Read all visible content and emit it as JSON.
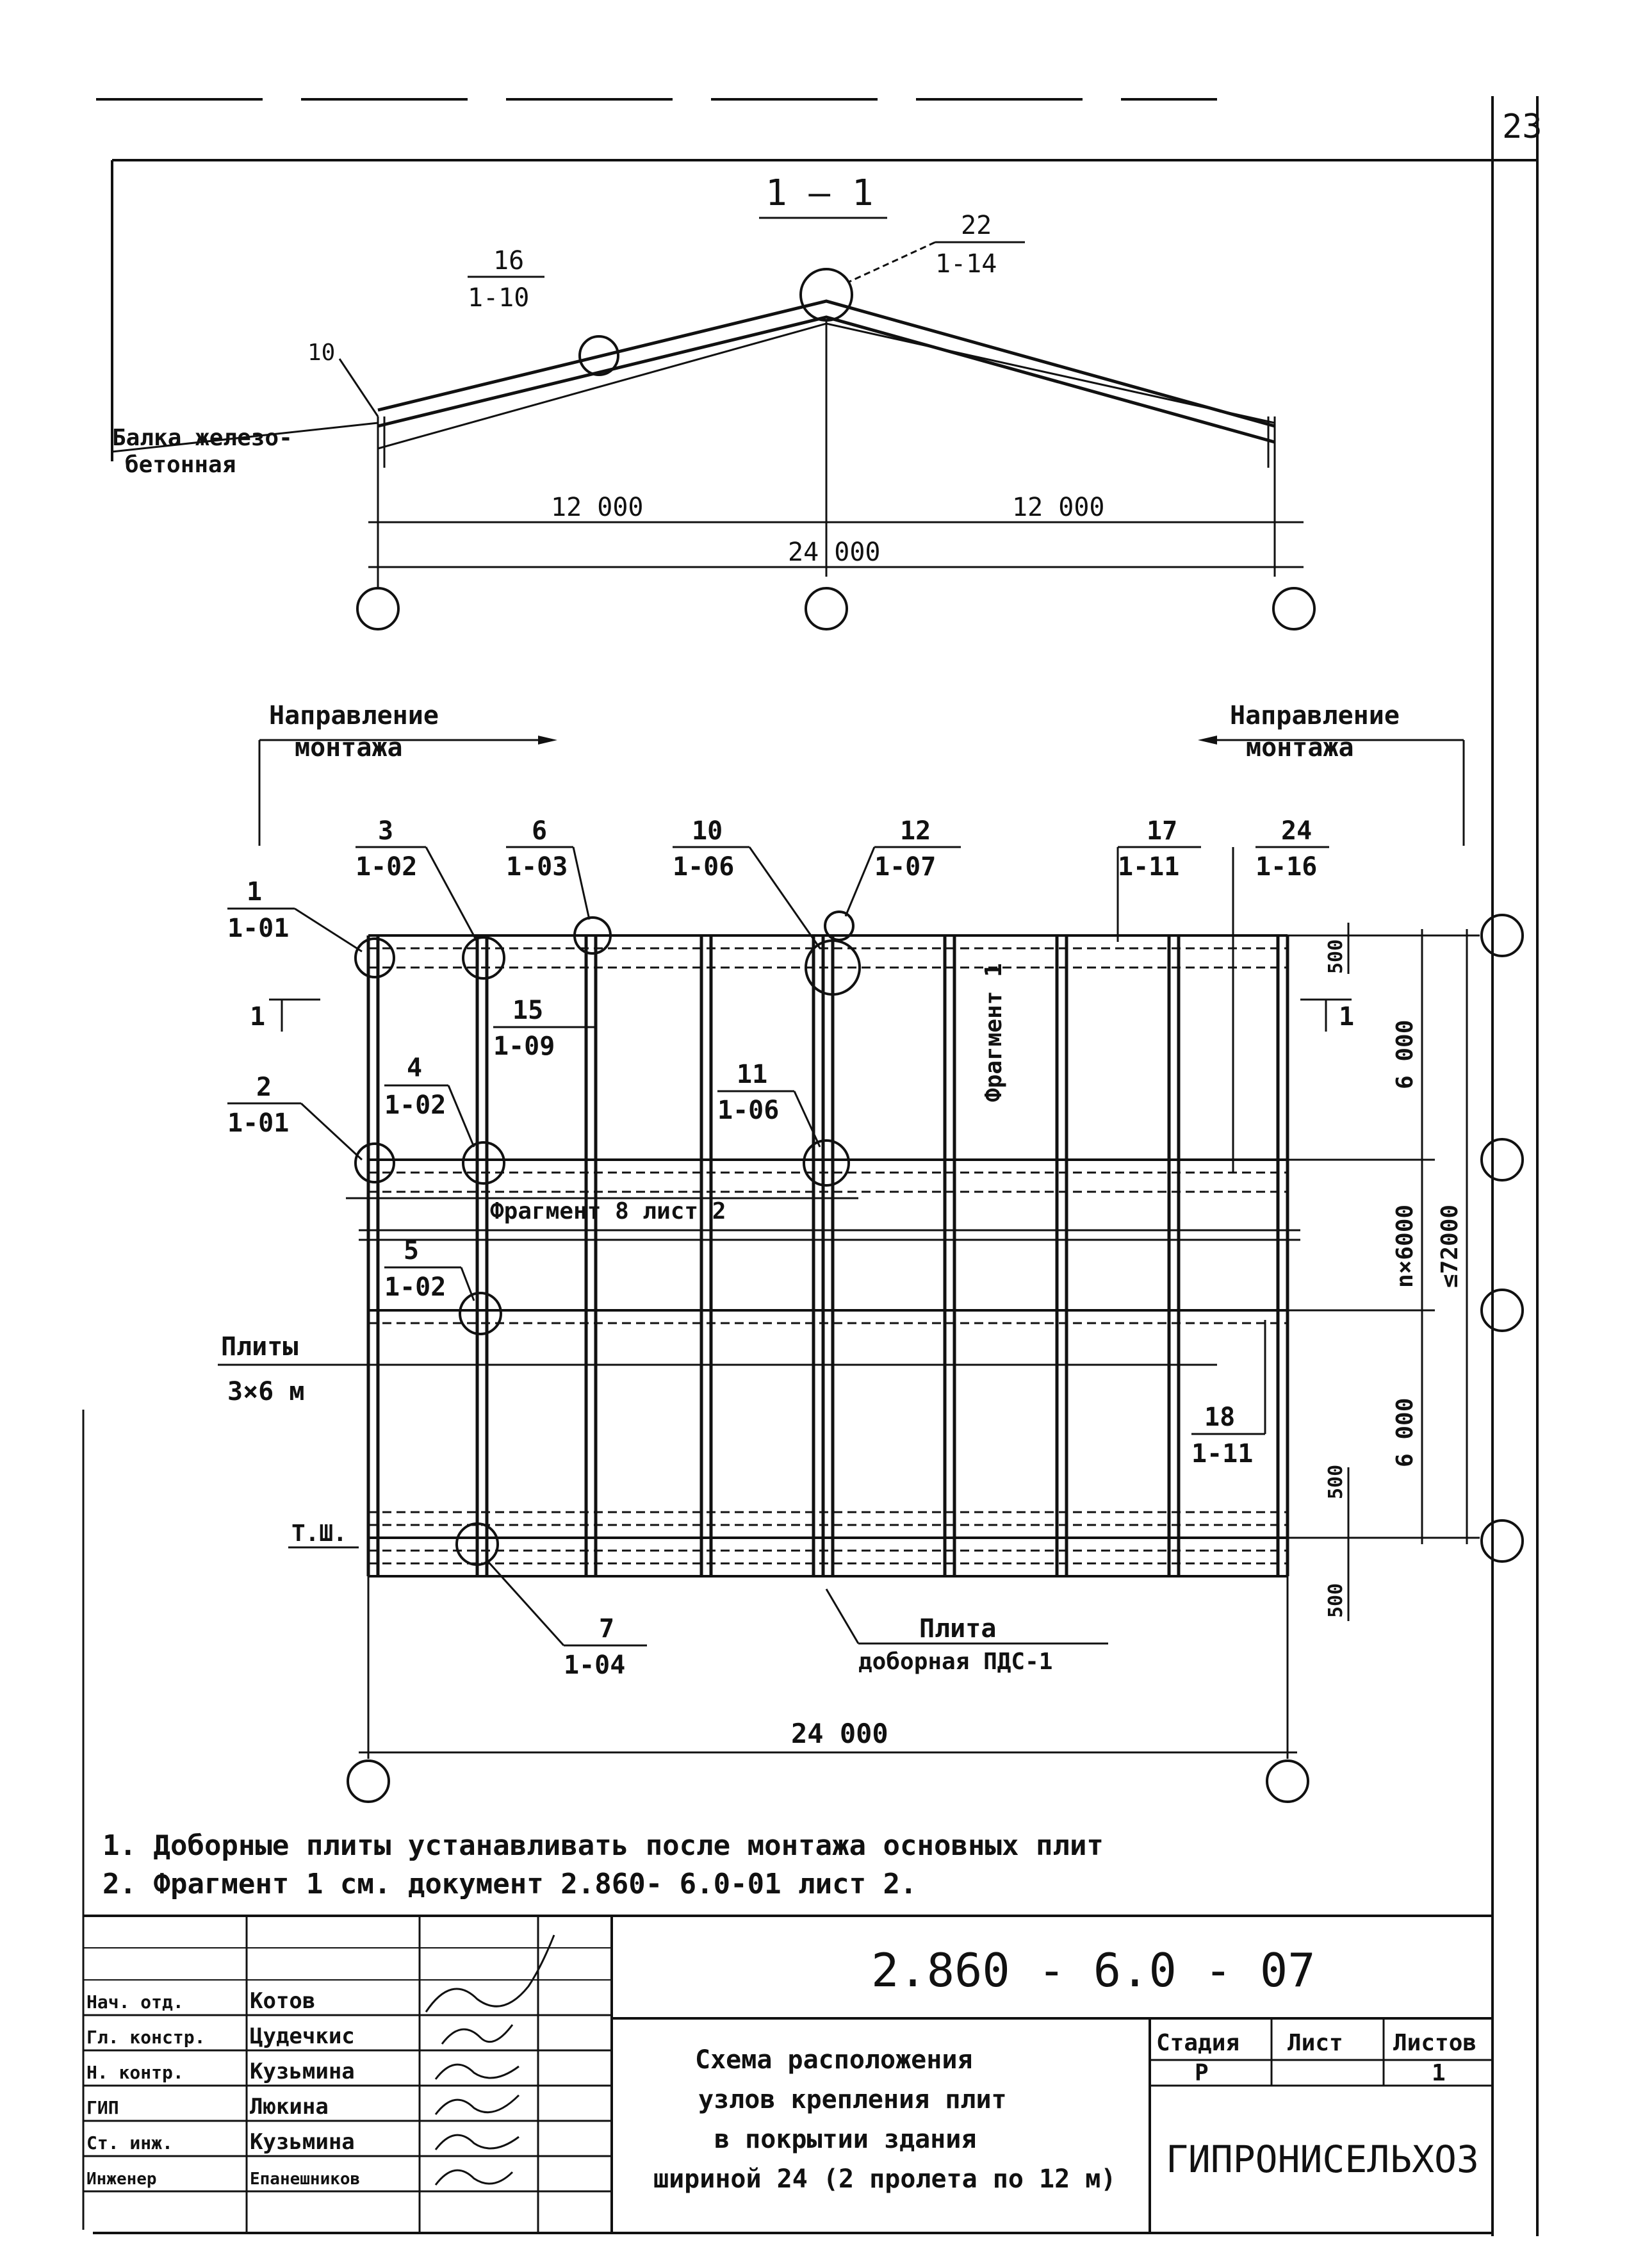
{
  "sheet": {
    "page_number": "23",
    "section_mark": "1 – 1",
    "doc_code": "2.860 - 6.0 - 07",
    "title_lines": [
      "Схема расположения",
      "узлов крепления плит",
      "в покрытии здания",
      "шириной 24 (2 пролета по 12 м)"
    ],
    "stage_header": "Стадия",
    "sheet_header": "Лист",
    "sheets_header": "Листов",
    "stage": "Р",
    "sheet": "",
    "sheets_total": "1",
    "organization": "ГИПРОНИСЕЛЬХОЗ"
  },
  "staff": [
    {
      "role": "Нач. отд.",
      "name": "Котов"
    },
    {
      "role": "Гл. констр.",
      "name": "Цудечкис"
    },
    {
      "role": "Н. контр.",
      "name": "Кузьмина"
    },
    {
      "role": "ГИП",
      "name": "Люкина"
    },
    {
      "role": "Ст. инж.",
      "name": "Кузьмина"
    },
    {
      "role": "Инженер",
      "name": "Епанешников"
    }
  ],
  "section": {
    "beam_label": [
      "Балка железо-",
      "бетонная"
    ],
    "dim_left": "12 000",
    "dim_right": "12 000",
    "dim_total": "24 000",
    "callouts": [
      {
        "num": "16",
        "ref": "1-10"
      },
      {
        "num": "22",
        "ref": "1-14"
      }
    ],
    "slope_mark": "10"
  },
  "plan": {
    "direction_label_1": "Направление",
    "direction_label_2": "монтажа",
    "callouts": [
      {
        "num": "1",
        "ref": "1-01"
      },
      {
        "num": "3",
        "ref": "1-02"
      },
      {
        "num": "6",
        "ref": "1-03"
      },
      {
        "num": "10",
        "ref": "1-06"
      },
      {
        "num": "12",
        "ref": "1-07"
      },
      {
        "num": "17",
        "ref": "1-11"
      },
      {
        "num": "24",
        "ref": "1-16"
      },
      {
        "num": "15",
        "ref": "1-09"
      },
      {
        "num": "2",
        "ref": "1-01"
      },
      {
        "num": "4",
        "ref": "1-02"
      },
      {
        "num": "11",
        "ref": "1-06"
      },
      {
        "num": "5",
        "ref": "1-02"
      },
      {
        "num": "18",
        "ref": "1-11"
      },
      {
        "num": "7",
        "ref": "1-04"
      }
    ],
    "section_cut": "1",
    "fragment_1": "Фрагмент 1",
    "fragment_8": "Фрагмент 8 лист 2",
    "plates_label": "Плиты",
    "plates_size": "3×6 м",
    "tsh_label": "Т.Ш.",
    "plate_extra_1": "Плита",
    "plate_extra_2": "доборная ПДС-1",
    "dim_total": "24 000",
    "dim_6000_a": "6 000",
    "dim_6000_b": "6 000",
    "dim_n6000": "n×6000",
    "dim_72000": "≤72000",
    "dim_500_top": "500",
    "dim_500_b1": "500",
    "dim_500_b2": "500"
  },
  "notes": [
    "1. Доборные плиты устанавливать после монтажа основных плит",
    "2. Фрагмент 1 см. документ 2.860- 6.0-01 лист 2."
  ]
}
